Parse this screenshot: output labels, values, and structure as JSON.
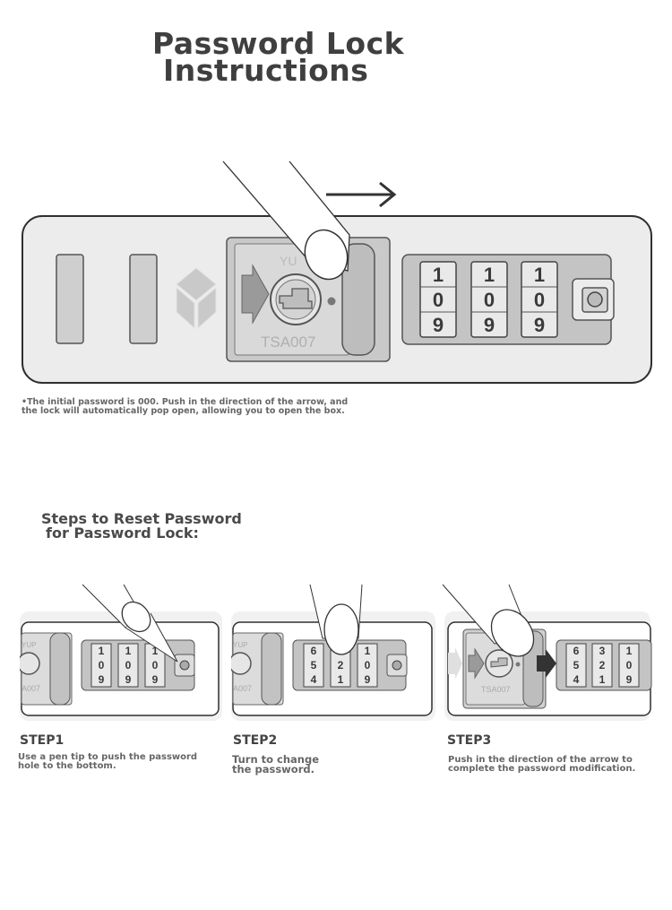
{
  "title": {
    "line1": "Password Lock",
    "line2": "Instructions"
  },
  "main_lock": {
    "brand_mark": "YU",
    "model": "TSA007",
    "digits": {
      "top": "1",
      "middle": "0",
      "bottom": "9"
    }
  },
  "note": {
    "line1": "•The initial password is 000. Push in the direction of the arrow, and",
    "line2": " the lock will automatically pop open, allowing you to open the box."
  },
  "subtitle": {
    "line1": "Steps to Reset Password",
    "line2": "for Password Lock:"
  },
  "steps": [
    {
      "label": "STEP1",
      "desc_line1": "Use a pen tip to push the password",
      "desc_line2": " hole to the bottom."
    },
    {
      "label": "STEP2",
      "desc_line1": "Turn to change",
      "desc_line2": " the password."
    },
    {
      "label": "STEP3",
      "desc_line1": "Push in the direction of the arrow to",
      "desc_line2": " complete the password modification."
    }
  ],
  "thumb_text": {
    "brand_partial": "YUP",
    "model_partial": "A007",
    "model": "TSA007"
  },
  "colors": {
    "outline": "#3a3a3a",
    "lock_bg": "#ececec",
    "panel": "#d6d6d6",
    "mid": "#b5b5b5",
    "dark": "#555555"
  }
}
